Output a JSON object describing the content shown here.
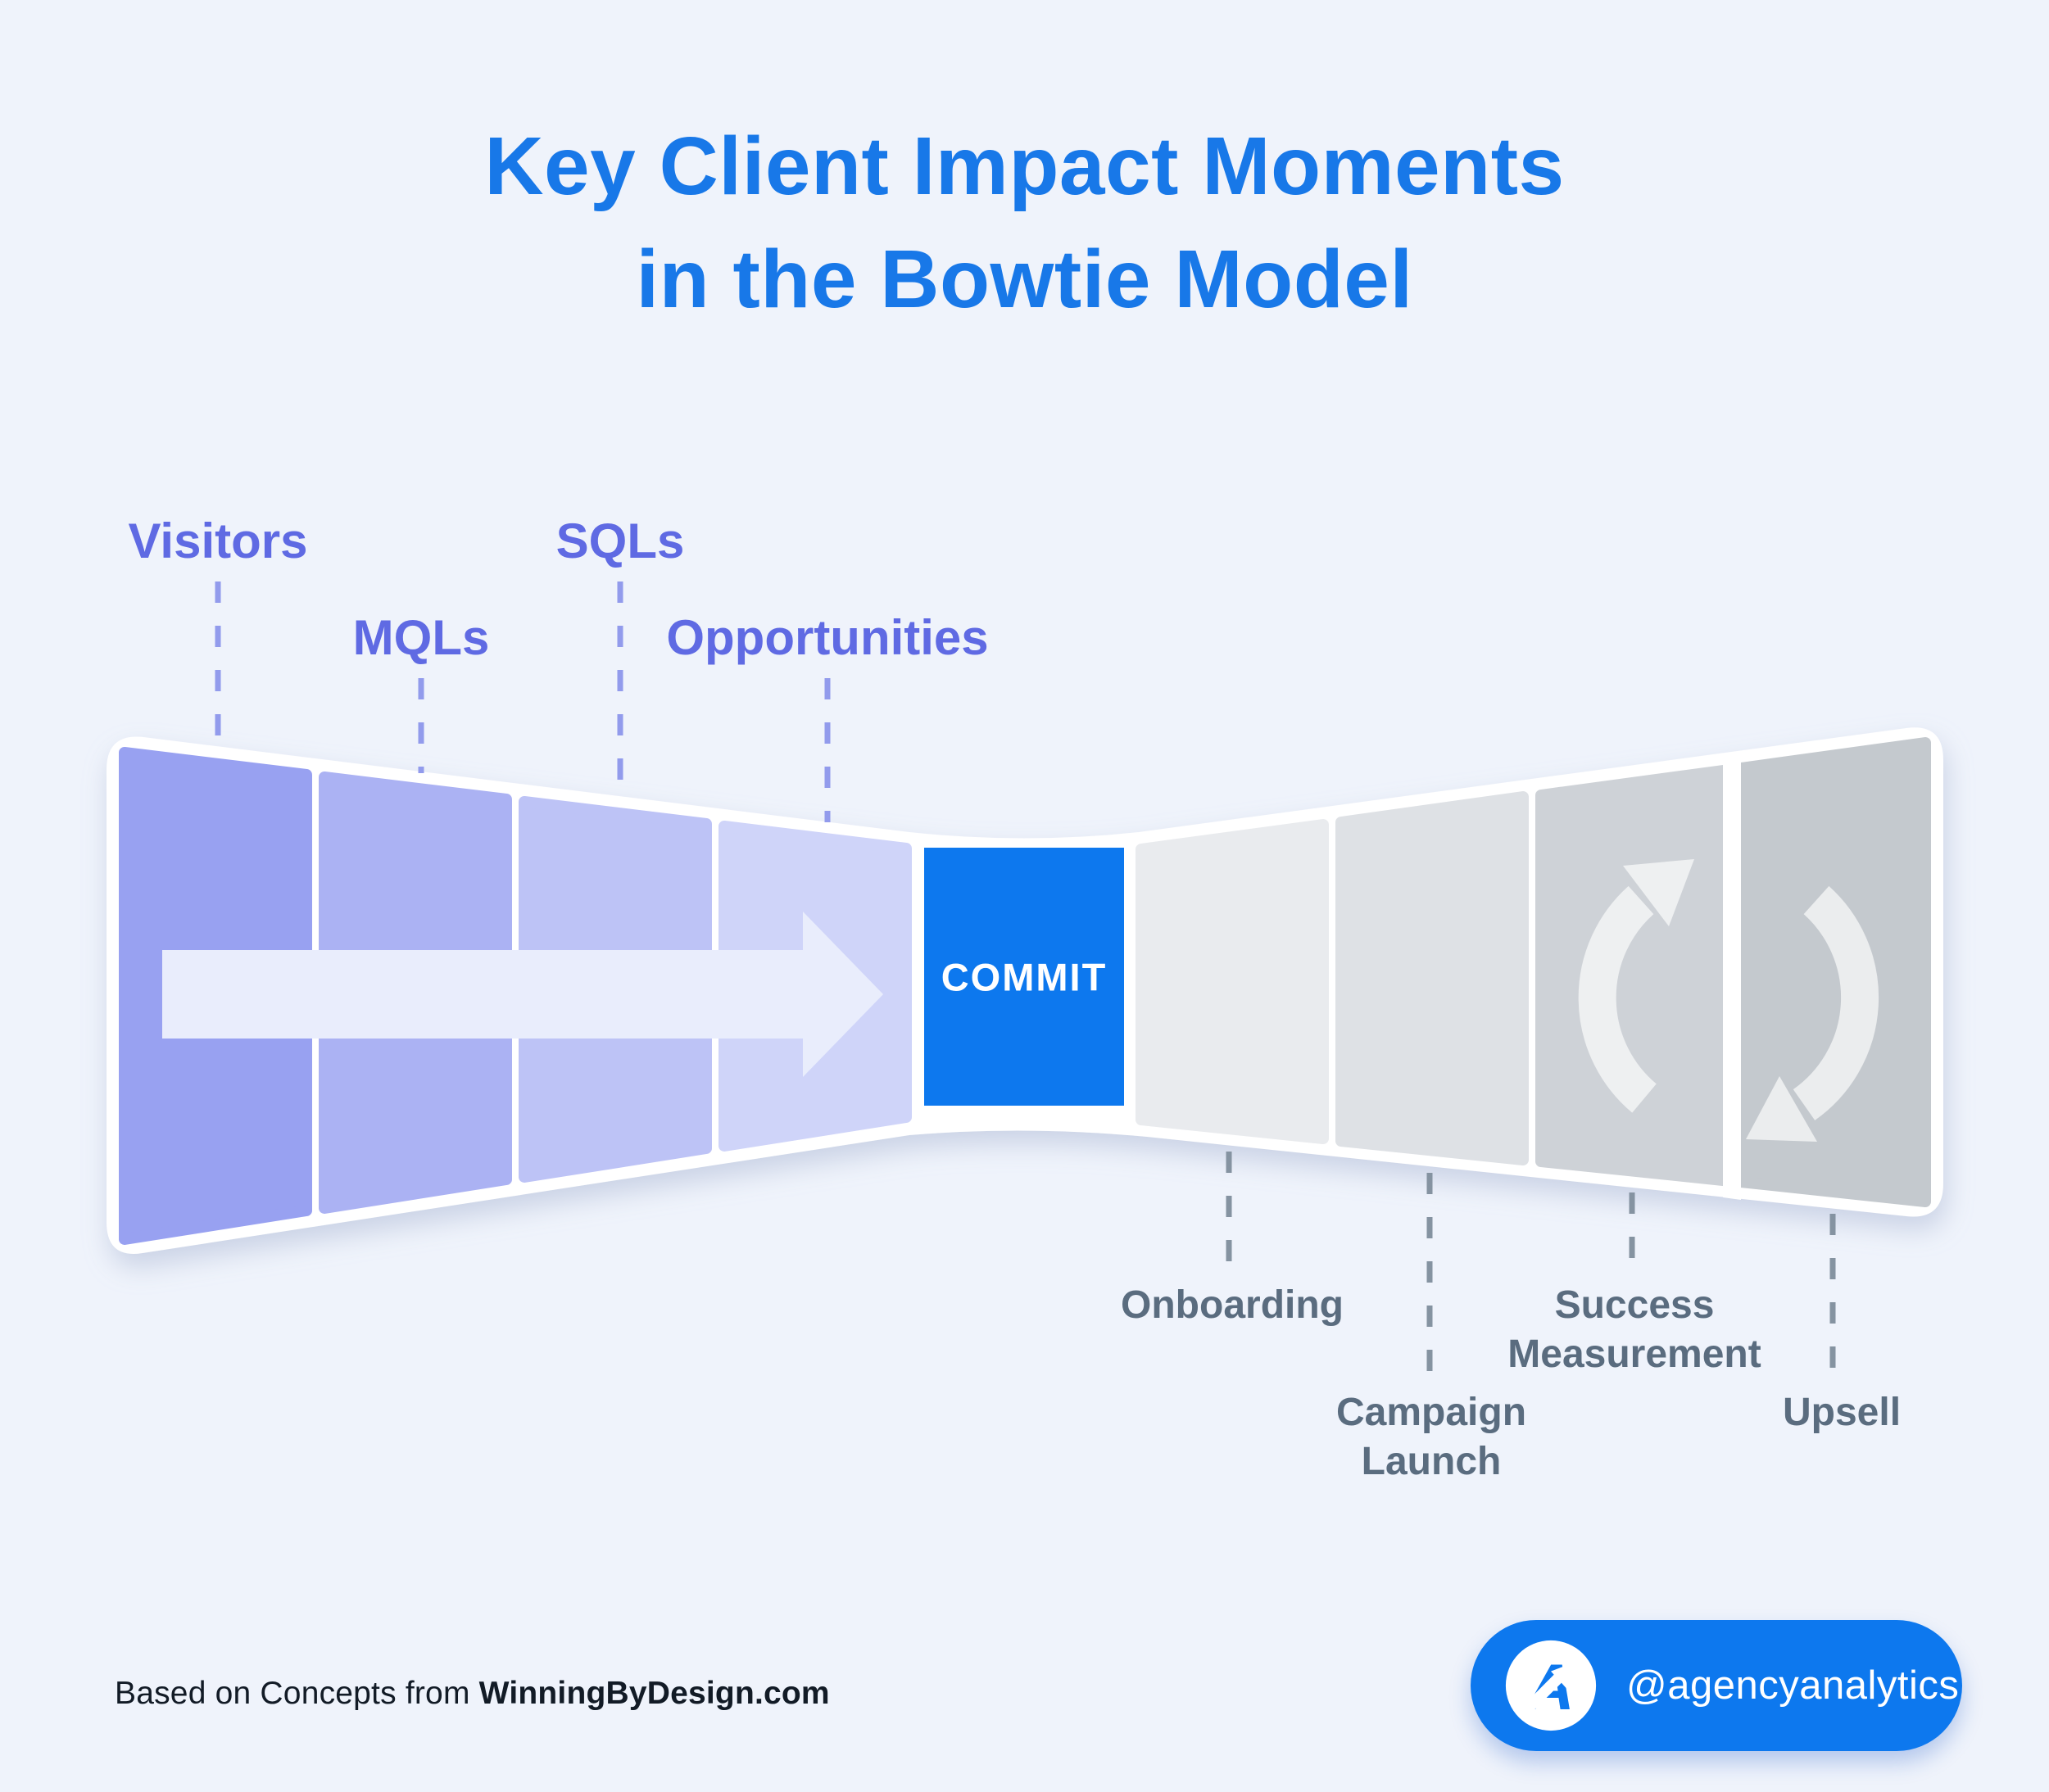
{
  "title": {
    "line1": "Key Client Impact Moments",
    "line2": "in the Bowtie Model"
  },
  "funnel": {
    "commit_label": "COMMIT",
    "left_labels": [
      "Visitors",
      "MQLs",
      "SQLs",
      "Opportunities"
    ],
    "right_labels": [
      "Onboarding",
      "Campaign\nLaunch",
      "Success\nMeasurement",
      "Upsell"
    ],
    "icons": [
      "forward-arrow-icon",
      "cycle-arrows-icon"
    ]
  },
  "footer": {
    "prefix": "Based on Concepts from ",
    "brand": "WinningByDesign.com"
  },
  "badge": {
    "handle": "@agencyanalytics",
    "logo": "agencyanalytics-a-arrow-logo"
  },
  "colors": {
    "background": "#eff3fb",
    "title_blue": "#1878e8",
    "commit_blue": "#0d78ee",
    "left_label_purple": "#5f6ae3",
    "right_label_slate": "#5a6c7f",
    "left_segments": [
      "#98a1f1",
      "#abb2f3",
      "#bdc3f6",
      "#cfd4f9"
    ],
    "right_segments": [
      "#e9ebee",
      "#dee1e5",
      "#ced2d7",
      "#c4c9ce"
    ],
    "flow_arrow": "#e9edfc",
    "left_dash": "#929bec",
    "right_dash": "#8593a1",
    "badge_blue": "#0d78ee"
  }
}
